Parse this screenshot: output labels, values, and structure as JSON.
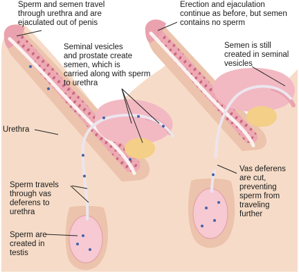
{
  "labels": {
    "ejaculation_before": "Sperm and semen travel\nthrough urethra and are\nejaculated out of penis",
    "seminal_vesicles": "Seminal vesicles\nand prostate create\nsemen, which is\ncarried along with sperm\nto urethra",
    "urethra": "Urethra",
    "sperm_travels": "Sperm travels\nthrough vas\ndeferens to\nurethra",
    "sperm_created": "Sperm are\ncreated in\ntestis",
    "ejaculation_after": "Erection and ejaculation\ncontinue as before, but semen\ncontains no sperm",
    "semen_still_created": "Semen is still\ncreated in seminal\nvesicles",
    "vas_cut": "Vas deferens\nare cut,\npreventing\nsperm from\ntraveling\nfurther"
  },
  "colors": {
    "skin": "#f6dcc8",
    "skin_dark": "#ecc3ac",
    "tissue_pink": "#e9a2ae",
    "tissue_light": "#f3c6cc",
    "bladder": "#f2b9c3",
    "prostate": "#f3cf87",
    "urethra_white": "#fbf2f1",
    "vas_deferens": "#ece5ee",
    "sperm_blue": "#4563a8",
    "testis": "#f7c9d2",
    "leader_line": "#222222"
  }
}
